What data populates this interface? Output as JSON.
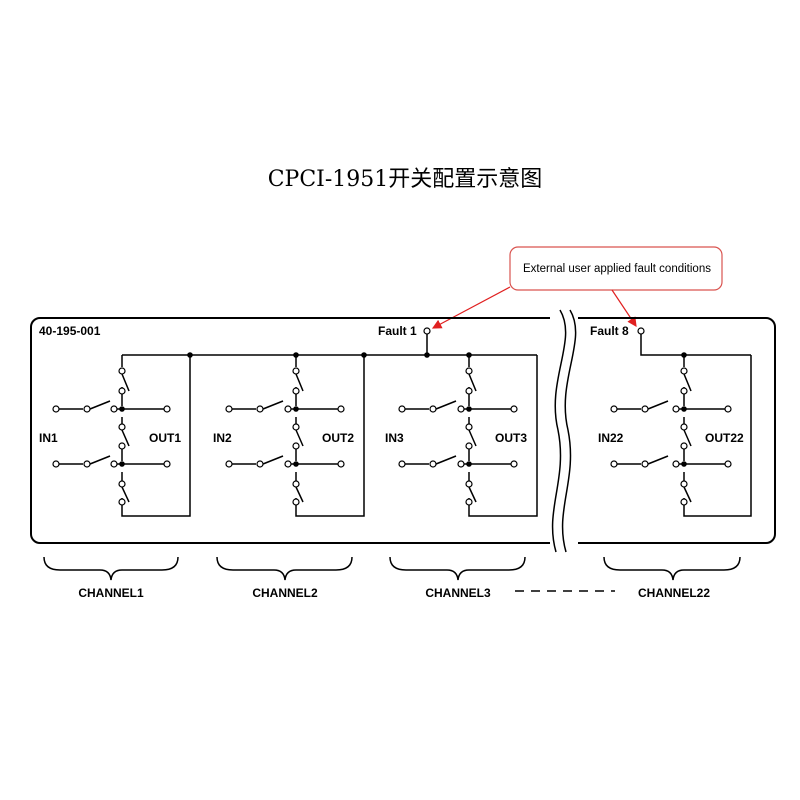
{
  "title": "CPCI-1951开关配置示意图",
  "part_number": "40-195-001",
  "callout": {
    "text": "External user applied fault conditions",
    "border_color": "#d9534f",
    "arrow_color": "#e02020"
  },
  "faults": [
    "Fault 1",
    "Fault 8"
  ],
  "channels": [
    {
      "in": "IN1",
      "out": "OUT1",
      "label": "CHANNEL1"
    },
    {
      "in": "IN2",
      "out": "OUT2",
      "label": "CHANNEL2"
    },
    {
      "in": "IN3",
      "out": "OUT3",
      "label": "CHANNEL3"
    },
    {
      "in": "IN22",
      "out": "OUT22",
      "label": "CHANNEL22"
    }
  ],
  "colors": {
    "line": "#000000",
    "background": "#ffffff"
  }
}
